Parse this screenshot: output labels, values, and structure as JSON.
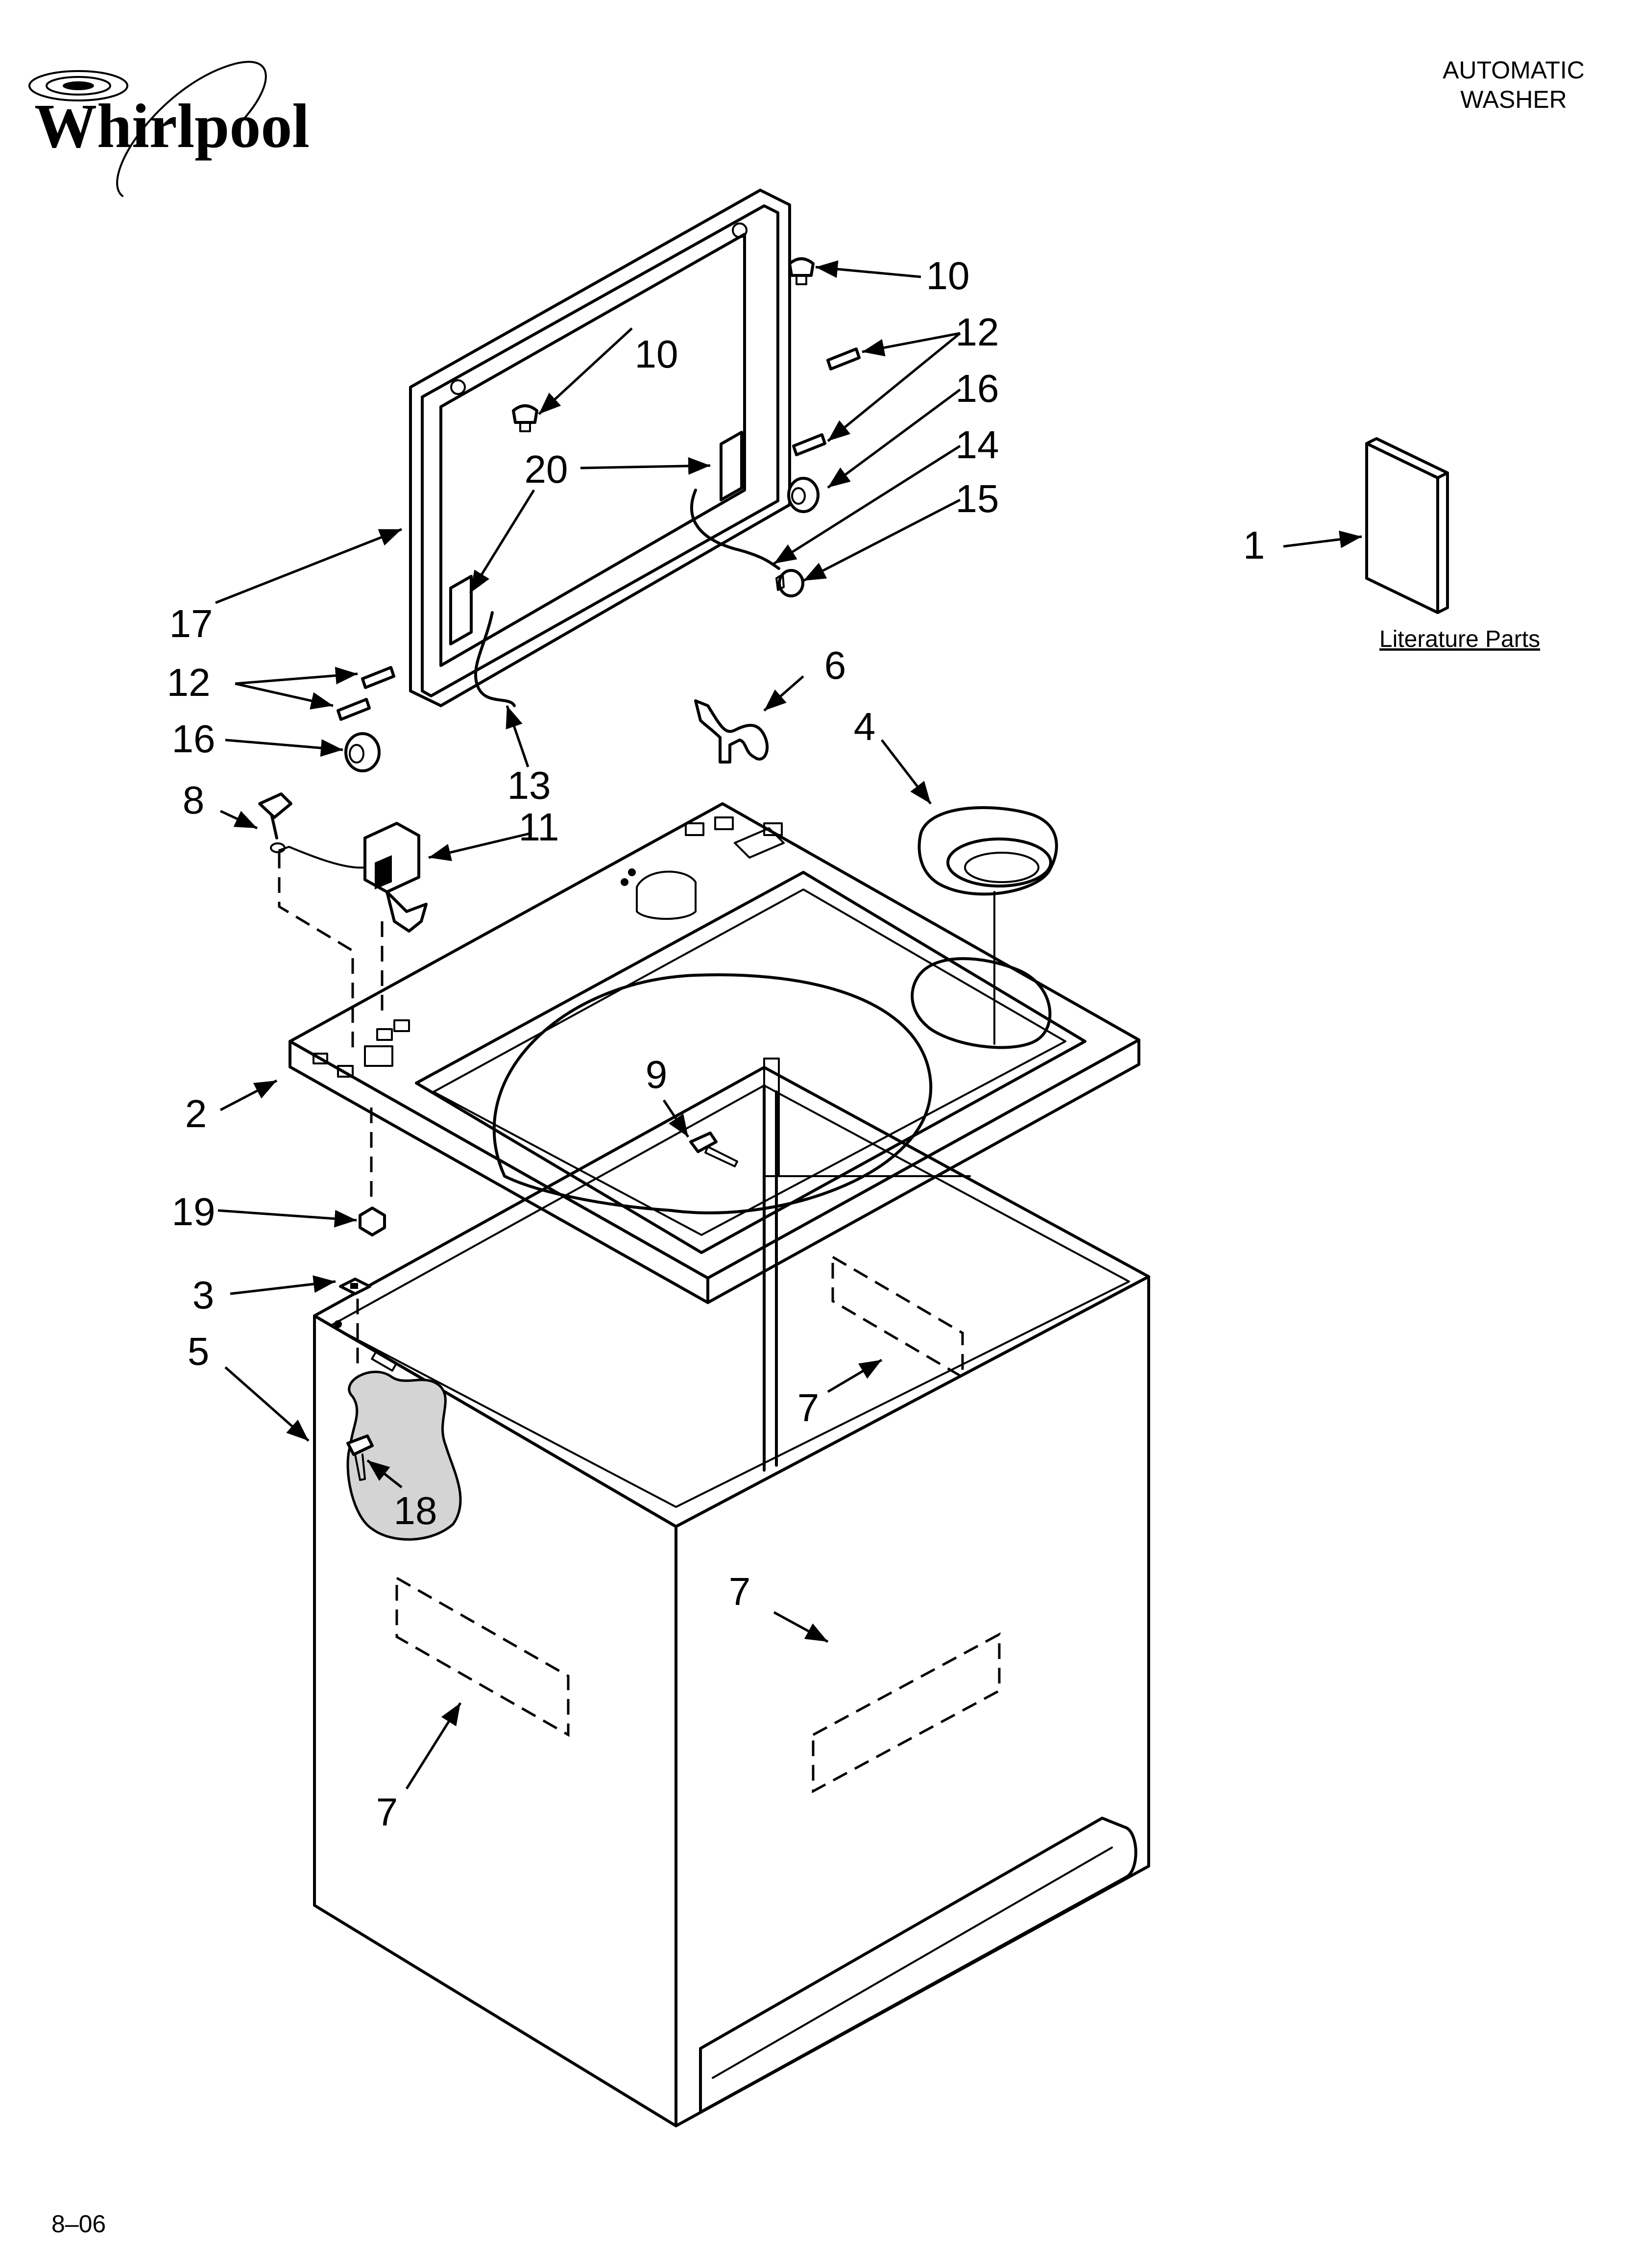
{
  "brand": {
    "name": "Whirlpool"
  },
  "header": {
    "line1": "AUTOMATIC",
    "line2": "WASHER"
  },
  "literature_label": "Literature Parts",
  "footer_code": "8–06",
  "callouts": {
    "c1": "1",
    "c2": "2",
    "c3": "3",
    "c4": "4",
    "c5": "5",
    "c6": "6",
    "c7a": "7",
    "c7b": "7",
    "c7c": "7",
    "c8": "8",
    "c9": "9",
    "c10a": "10",
    "c10b": "10",
    "c11": "11",
    "c12a": "12",
    "c12b": "12",
    "c13": "13",
    "c14": "14",
    "c15": "15",
    "c16a": "16",
    "c16b": "16",
    "c17": "17",
    "c18": "18",
    "c19": "19",
    "c20": "20"
  }
}
